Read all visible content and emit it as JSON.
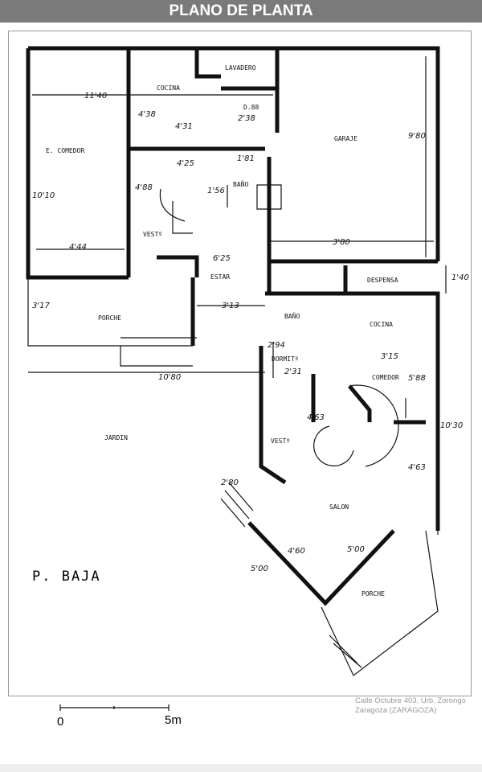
{
  "title": "PLANO DE PLANTA",
  "plan": {
    "floor_label": "P. BAJA",
    "rooms": {
      "lavadero": "LAVADERO",
      "cocina1": "COCINA",
      "dormitorio_servicio": "D.88",
      "garaje": "GARAJE",
      "e_comedor": "E. COMEDOR",
      "bano1": "BAÑO",
      "vestibulo1": "VESTº",
      "estar": "ESTAR",
      "porche1": "PORCHE",
      "despensa": "DESPENSA",
      "bano2": "BAÑO",
      "cocina2": "COCINA",
      "dormitorio": "DORMITº",
      "comedor": "COMEDOR",
      "jardin": "JARDIN",
      "vestibulo2": "VESTº",
      "salon": "SALON",
      "porche2": "PORCHE"
    },
    "dimensions": {
      "d1140": "11'40",
      "d438": "4'38",
      "d431": "4'31",
      "d238": "2'38",
      "d425": "4'25",
      "d181": "1'81",
      "d156": "1'56",
      "d488": "4'88",
      "d1010": "10'10",
      "d444": "4'44",
      "d625": "6'25",
      "d313": "3'13",
      "d317": "3'17",
      "d380": "3'80",
      "d980": "9'80",
      "d140": "1'40",
      "d294": "2'94",
      "d231": "2'31",
      "d315": "3'15",
      "d588": "5'88",
      "d463a": "4'63",
      "d463b": "4'63",
      "d1080": "10'80",
      "d1030": "10'30",
      "d280": "2'80",
      "d460": "4'60",
      "d500a": "5'00",
      "d500b": "5'00"
    },
    "scale": {
      "start": "0",
      "end": "5m"
    }
  },
  "address": {
    "line1": "Calle Octubre 403, Urb. Zorongo",
    "line2": "Zaragoza (ZARAGOZA)"
  }
}
